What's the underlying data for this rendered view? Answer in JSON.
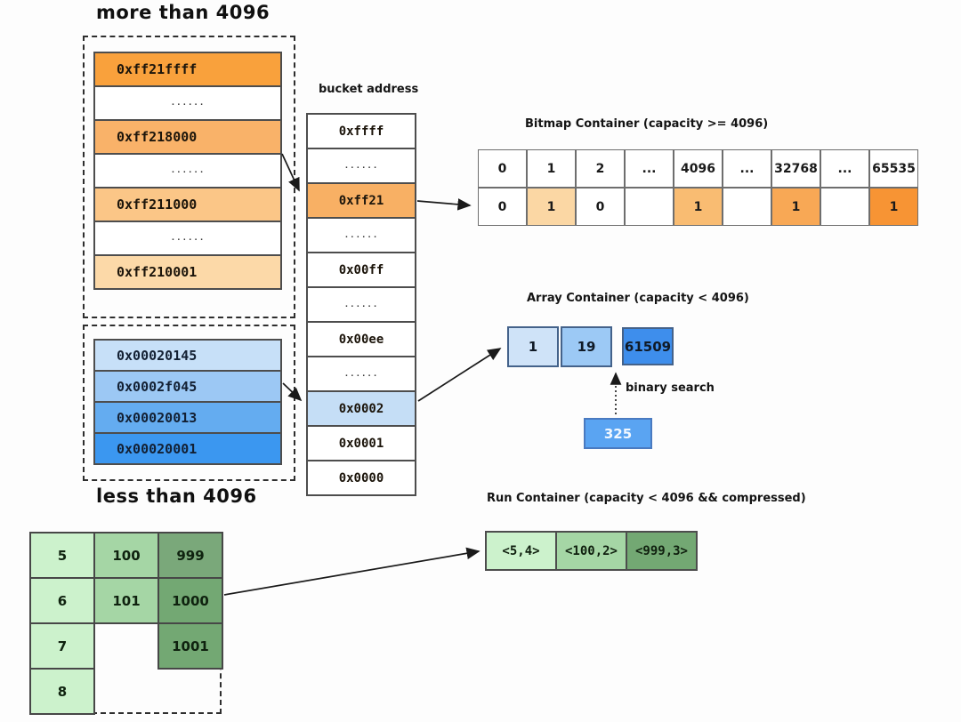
{
  "titles": {
    "more_than": "more than 4096",
    "less_than": "less than 4096",
    "bucket_address": "bucket address",
    "bitmap": "Bitmap Container (capacity >= 4096)",
    "array": "Array Container (capacity < 4096)",
    "run": "Run Container (capacity < 4096 && compressed)",
    "binary_search": "binary search"
  },
  "high_pages": {
    "cells": [
      {
        "text": "0xff21ffff",
        "bg": "#f9a13c"
      },
      {
        "text": "......",
        "bg": "#ffffff"
      },
      {
        "text": "0xff218000",
        "bg": "#f9b269"
      },
      {
        "text": "......",
        "bg": "#ffffff"
      },
      {
        "text": "0xff211000",
        "bg": "#fbc687"
      },
      {
        "text": "......",
        "bg": "#ffffff"
      },
      {
        "text": "0xff210001",
        "bg": "#fcd9a8"
      }
    ]
  },
  "low_pages": {
    "cells": [
      {
        "text": "0x00020145",
        "bg": "#c7e0f8"
      },
      {
        "text": "0x0002f045",
        "bg": "#9cc8f4"
      },
      {
        "text": "0x00020013",
        "bg": "#64acf0"
      },
      {
        "text": "0x00020001",
        "bg": "#3b97f0"
      }
    ]
  },
  "bucket_column": {
    "cells": [
      {
        "text": "0xffff",
        "bg": "#ffffff"
      },
      {
        "text": "......",
        "bg": "#ffffff"
      },
      {
        "text": "0xff21",
        "bg": "#f8b064"
      },
      {
        "text": "......",
        "bg": "#ffffff"
      },
      {
        "text": "0x00ff",
        "bg": "#ffffff"
      },
      {
        "text": "......",
        "bg": "#ffffff"
      },
      {
        "text": "0x00ee",
        "bg": "#ffffff"
      },
      {
        "text": "......",
        "bg": "#ffffff"
      },
      {
        "text": "0x0002",
        "bg": "#c5def6"
      },
      {
        "text": "0x0001",
        "bg": "#ffffff"
      },
      {
        "text": "0x0000",
        "bg": "#ffffff"
      }
    ]
  },
  "bitmap_container": {
    "headers": [
      "0",
      "1",
      "2",
      "...",
      "4096",
      "...",
      "32768",
      "...",
      "65535"
    ],
    "values": [
      {
        "text": "0",
        "bg": "#ffffff"
      },
      {
        "text": "1",
        "bg": "#fbd7a4"
      },
      {
        "text": "0",
        "bg": "#ffffff"
      },
      {
        "text": "",
        "bg": "#ffffff"
      },
      {
        "text": "1",
        "bg": "#f9bc72"
      },
      {
        "text": "",
        "bg": "#ffffff"
      },
      {
        "text": "1",
        "bg": "#f8a855"
      },
      {
        "text": "",
        "bg": "#ffffff"
      },
      {
        "text": "1",
        "bg": "#f79434"
      }
    ]
  },
  "array_container": {
    "cells": [
      {
        "text": "1",
        "bg": "#cfe3f8"
      },
      {
        "text": "19",
        "bg": "#9cc9f5"
      },
      {
        "text": "61509",
        "bg": "#3e8eec"
      }
    ],
    "search_value": "325",
    "search_bg": "#5aa4f2"
  },
  "run_container": {
    "cells": [
      {
        "text": "<5,4>",
        "bg": "#ccf2cc"
      },
      {
        "text": "<100,2>",
        "bg": "#a5d6a5"
      },
      {
        "text": "<999,3>",
        "bg": "#73a873"
      }
    ]
  },
  "green_grid": {
    "cells": [
      {
        "text": "5",
        "bg": "#ccf2cc"
      },
      {
        "text": "100",
        "bg": "#a5d6a5"
      },
      {
        "text": "999",
        "bg": "#7aa87a"
      },
      {
        "text": "6",
        "bg": "#ccf2cc"
      },
      {
        "text": "101",
        "bg": "#a5d6a5"
      },
      {
        "text": "1000",
        "bg": "#73a873"
      },
      {
        "text": "7",
        "bg": "#ccf2cc"
      },
      {
        "text": "1001",
        "bg": "#73a873"
      },
      {
        "text": "8",
        "bg": "#ccf2cc"
      }
    ]
  }
}
